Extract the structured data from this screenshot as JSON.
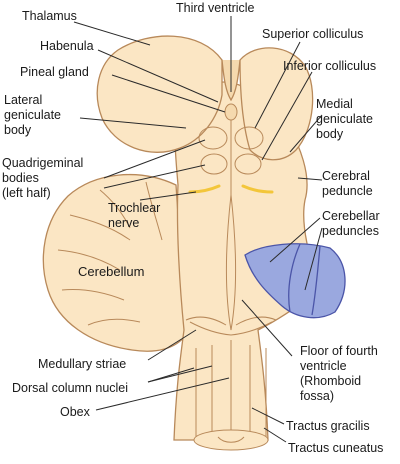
{
  "labels": {
    "thalamus": "Thalamus",
    "third_ventricle": "Third ventricle",
    "habenula": "Habenula",
    "pineal_gland": "Pineal gland",
    "superior_colliculus": "Superior colliculus",
    "inferior_colliculus": "Inferior colliculus",
    "lateral_geniculate": [
      "Lateral",
      "geniculate",
      "body"
    ],
    "medial_geniculate": [
      "Medial",
      "geniculate",
      "body"
    ],
    "quadrigeminal": [
      "Quadrigeminal",
      "bodies",
      "(left half)"
    ],
    "cerebral_peduncle": [
      "Cerebral",
      "peduncle"
    ],
    "cerebellar_peduncles": [
      "Cerebellar",
      "peduncles"
    ],
    "trochlear_nerve": [
      "Trochlear",
      "nerve"
    ],
    "cerebellum": "Cerebellum",
    "medullary_striae": "Medullary striae",
    "dorsal_column_nuclei": "Dorsal column nuclei",
    "obex": "Obex",
    "floor_fourth_ventricle": [
      "Floor of fourth",
      "ventricle",
      "(Rhomboid",
      "fossa)"
    ],
    "tractus_gracilis": "Tractus gracilis",
    "tractus_cuneatus": "Tractus cuneatus"
  },
  "colors": {
    "tissue": "#fbe6c4",
    "outline": "#b8895a",
    "peduncle_fill": "#9aa8df",
    "peduncle_outline": "#4b55a8",
    "nerve": "#f3c63a",
    "leader": "#2a2a2a"
  }
}
